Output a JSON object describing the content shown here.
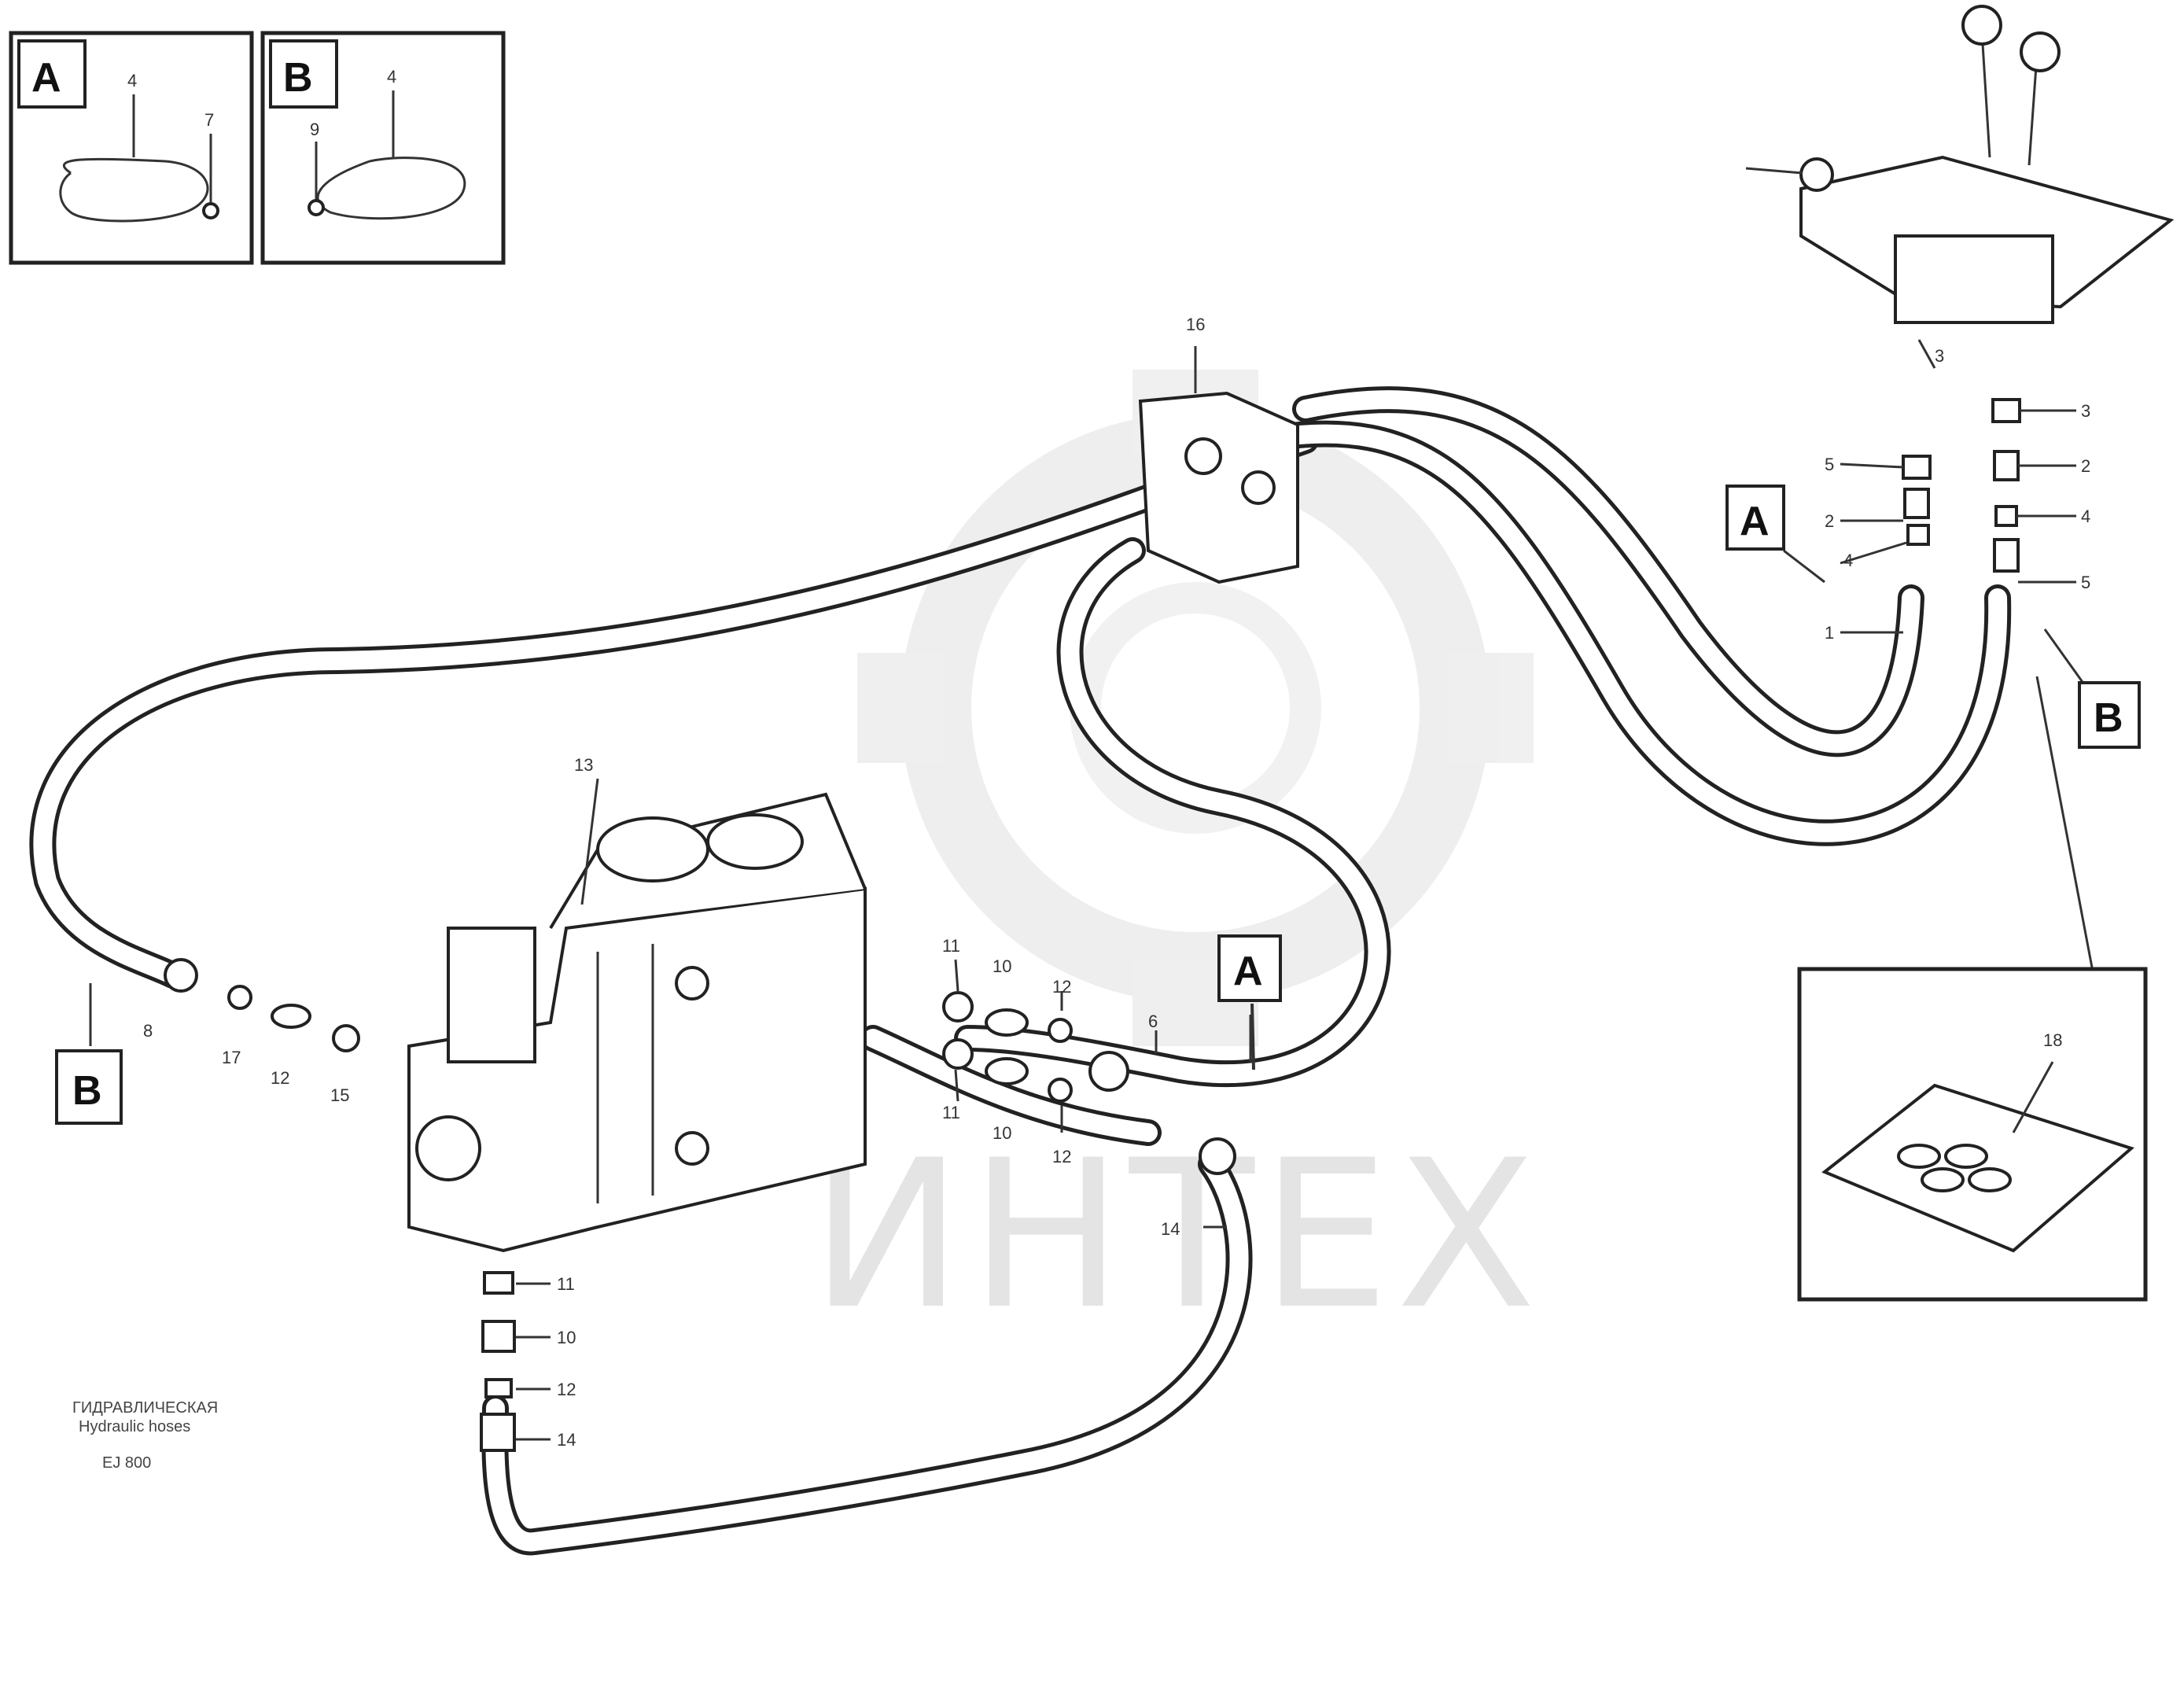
{
  "watermark": "ИНТЕХ",
  "inset_a": {
    "letter": "A",
    "labels": [
      "4",
      "7"
    ]
  },
  "inset_b": {
    "letter": "B",
    "labels": [
      "4",
      "9"
    ]
  },
  "inset_18": {
    "label": "18"
  },
  "callouts": {
    "l16": "16",
    "l3": "3",
    "l13": "13",
    "l5a": "5",
    "l5b": "5",
    "l2a": "2",
    "l2b": "2",
    "l4a": "4",
    "l4b": "4",
    "l1a": "1",
    "l3b": "3",
    "l11a": "11",
    "l10a": "10",
    "l12a": "12",
    "l11b": "11",
    "l10b": "10",
    "l12b": "12",
    "l8": "8",
    "l17": "17",
    "l12c": "12",
    "l15": "15",
    "l6": "6",
    "l14a": "14",
    "l11c": "11",
    "l10c": "10",
    "l12d": "12",
    "l14b": "14"
  },
  "tags": {
    "tA1": "A",
    "tA2": "A",
    "tB1": "B",
    "tB2": "B"
  },
  "doc_ref": {
    "line1": "ГИДРАВЛИЧЕСКАЯ",
    "line2": "Hydraulic hoses",
    "line3": "EJ 800"
  }
}
